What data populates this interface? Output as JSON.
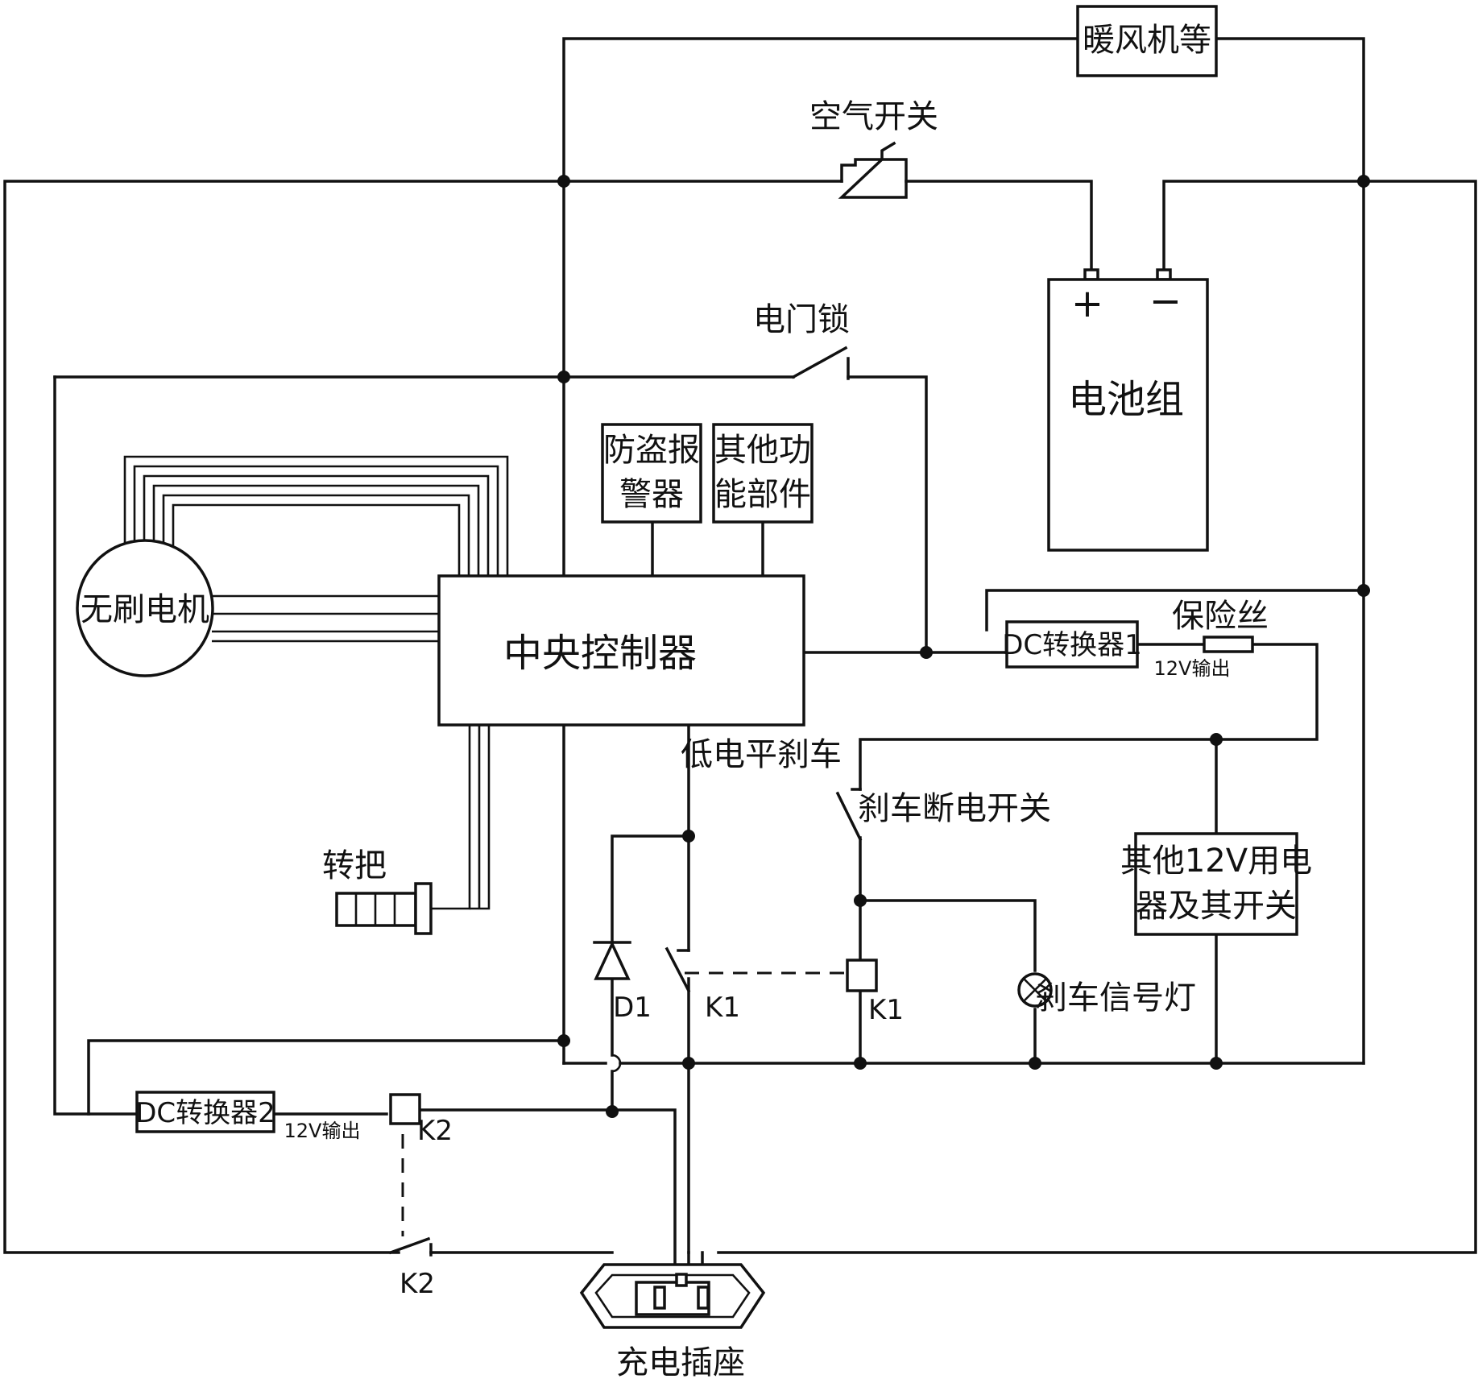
{
  "labels": {
    "heater": "暖风机等",
    "air_switch": "空气开关",
    "battery": "电池组",
    "battery_plus": "+",
    "battery_minus": "−",
    "door_lock": "电门锁",
    "alarm_line1": "防盗报",
    "alarm_line2": "警器",
    "other_func_line1": "其他功",
    "other_func_line2": "能部件",
    "motor": "无刷电机",
    "controller": "中央控制器",
    "dc1": "DC转换器1",
    "fuse": "保险丝",
    "out12v_1": "12V输出",
    "low_brake": "低电平刹车",
    "brake_switch": "刹车断电开关",
    "other12v_line1": "其他12V用电",
    "other12v_line2": "器及其开关",
    "throttle": "转把",
    "d1": "D1",
    "k1_contact": "K1",
    "k1_coil": "K1",
    "brake_lamp": "刹车信号灯",
    "dc2": "DC转换器2",
    "out12v_2": "12V输出",
    "k2_coil": "K2",
    "k2_contact": "K2",
    "charge_port": "充电插座"
  }
}
